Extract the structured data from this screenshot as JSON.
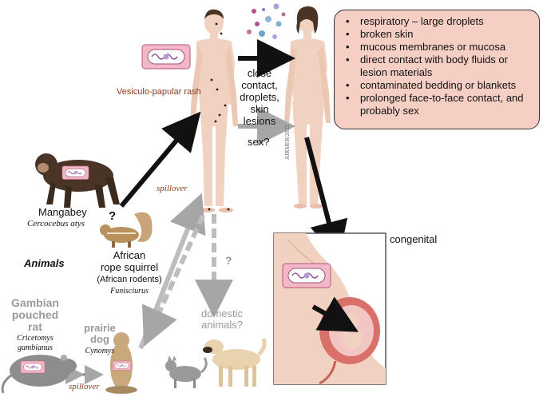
{
  "labels": {
    "vesiculo_rash": "Vesiculo-papular rash",
    "close_contact": "close\ncontact,\ndroplets,\nskin lesions",
    "sex_question": "sex?",
    "spillover_main": "spillover",
    "spillover_bottom": "spillover",
    "question_monkey": "?",
    "question_domestic": "?",
    "watermark": "AJRMER/2022",
    "congenital": "congenital",
    "animals_heading": "Animals",
    "domestic_animals": "domestic\nanimals?"
  },
  "species": {
    "mangabey_common": "Mangabey",
    "mangabey_latin": "Cercocebus atys",
    "squirrel_common": "African\nrope squirrel",
    "squirrel_note": "(African rodents)",
    "squirrel_latin": "Funisciurus",
    "rat_common": "Gambian\npouched\nrat",
    "rat_latin": "Cricetomys\ngambianus",
    "prairie_common": "prairie\ndog",
    "prairie_latin": "Cynomys"
  },
  "routes": [
    "respiratory – large droplets",
    "broken skin",
    "mucous membranes or mucosa",
    "direct contact with body fluids or lesion materials",
    "contaminated bedding or blankets",
    "prolonged face-to-face contact, and probably sex"
  ],
  "colors": {
    "skin": "#f1d2c0",
    "hair": "#4a3426",
    "box_fill": "#f5cfc3",
    "virus_box": "#f2b8c8",
    "arrow_black": "#111111",
    "arrow_grey": "#a6a6a6",
    "uterus": "#d9706a"
  }
}
